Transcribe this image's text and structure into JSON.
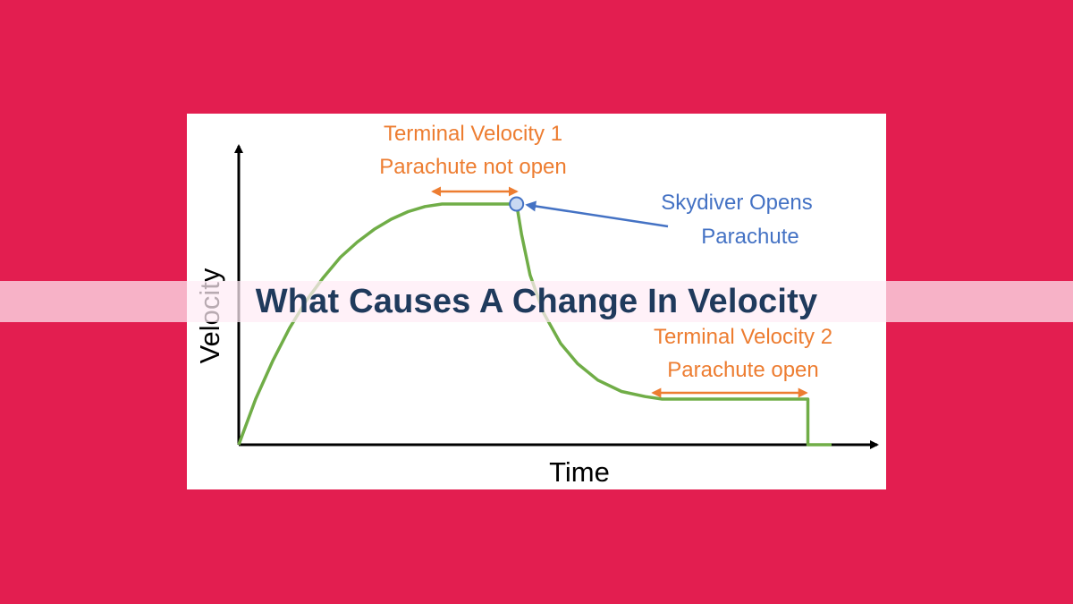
{
  "page": {
    "title": "What Causes A Change In Velocity"
  },
  "colors": {
    "background": "#e31e50",
    "curve": "#70ad47",
    "annotation_orange": "#ed7d31",
    "annotation_blue": "#4472c4",
    "title": "#1f3a5c"
  },
  "chart_data": {
    "type": "line",
    "xlabel": "Time",
    "ylabel": "Velocity",
    "grid": false,
    "series": [
      {
        "points": [
          [
            0,
            0
          ],
          [
            0.5,
            0.18
          ],
          [
            1,
            0.33
          ],
          [
            1.5,
            0.46
          ],
          [
            2,
            0.57
          ],
          [
            2.5,
            0.66
          ],
          [
            3,
            0.74
          ],
          [
            3.5,
            0.8
          ],
          [
            4,
            0.85
          ],
          [
            4.5,
            0.89
          ],
          [
            5,
            0.92
          ],
          [
            5.5,
            0.94
          ],
          [
            6,
            0.95
          ],
          [
            8.2,
            0.95
          ],
          [
            8.35,
            0.83
          ],
          [
            8.6,
            0.67
          ],
          [
            9,
            0.52
          ],
          [
            9.5,
            0.4
          ],
          [
            10,
            0.32
          ],
          [
            10.6,
            0.255
          ],
          [
            11.3,
            0.21
          ],
          [
            12,
            0.19
          ],
          [
            12.5,
            0.18
          ],
          [
            16.8,
            0.18
          ],
          [
            16.8,
            0.0
          ],
          [
            17.5,
            0.0
          ]
        ]
      }
    ],
    "annotations": [
      {
        "id": "tv1",
        "lines": [
          "Terminal Velocity 1",
          "Parachute not open"
        ],
        "span": [
          6,
          8.2
        ],
        "y": 0.95,
        "color": "#ed7d31"
      },
      {
        "id": "tv2",
        "lines": [
          "Terminal Velocity 2",
          "Parachute open"
        ],
        "span": [
          12.5,
          16.8
        ],
        "y": 0.18,
        "color": "#ed7d31"
      },
      {
        "id": "open",
        "lines": [
          "Skydiver Opens",
          "Parachute"
        ],
        "point": [
          8.2,
          0.95
        ],
        "color": "#4472c4"
      }
    ]
  }
}
